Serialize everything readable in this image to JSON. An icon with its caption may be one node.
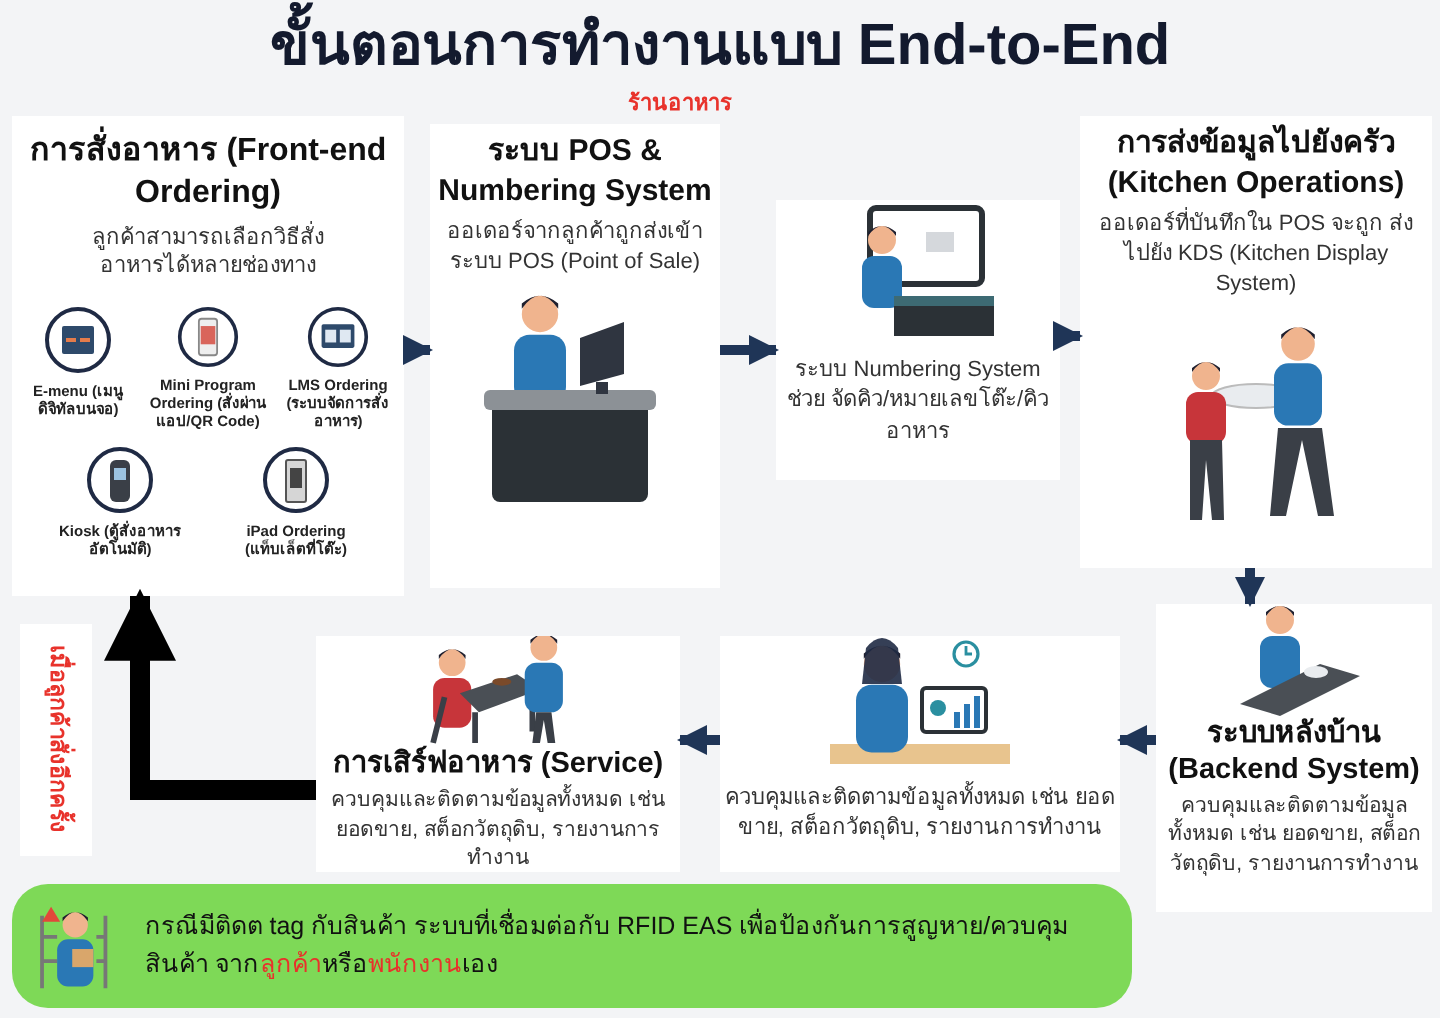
{
  "diagram": {
    "title": "ขั้นตอนการทำงานแบบ End-to-End",
    "nodes": [
      {
        "text": [
          "การสั่งอาหาร (Front-end Ordering)",
          "ลูกค้าสามารถเลือกวิธีสั่ง อาหารได้หลายช่องทาง"
        ]
      },
      {
        "text": [
          "E-menu (เมนูดิจิทัลบนจอ)"
        ],
        "in": 0
      },
      {
        "text": [
          "Mini Program Ordering (สั่งผ่านแอป/QR Code)"
        ],
        "in": 0
      },
      {
        "text": [
          "LMS Ordering (ระบบจัดการสั่งอาหาร)"
        ],
        "in": 0
      },
      {
        "text": [
          "Kiosk (ตู้สั่งอาหารอัตโนมัติ)"
        ],
        "in": 0
      },
      {
        "text": [
          "iPad Ordering (แท็บเล็ตที่โต๊ะ)"
        ],
        "in": 0
      },
      {
        "text": [
          "ระบบ POS & Numbering System",
          "ออเดอร์จากลูกค้าถูกส่งเข้า ระบบ POS (Point of Sale)"
        ]
      },
      {
        "text": [
          "ระบบ Numbering System ช่วย จัดคิว/หมายเลขโต๊ะ/คิวอาหาร"
        ]
      },
      {
        "text": [
          "การส่งข้อมูลไปยังครัว (Kitchen Operations)",
          "ออเดอร์ที่บันทึกใน POS จะถูก ส่งไปยัง KDS (Kitchen Display System)"
        ]
      },
      {
        "text": [
          "ระบบหลังบ้าน (Backend System)",
          "ควบคุมและติดตามข้อมูลทั้งหมด เช่น ยอดขาย, สต็อกวัตถุดิบ, รายงานการทำงาน"
        ]
      },
      {
        "text": [
          "ควบคุมและติดตามข้อมูลทั้งหมด เช่น ยอดขาย, สต็อกวัตถุดิบ, รายงานการทำงาน"
        ]
      },
      {
        "text": [
          "การเสิร์ฟอาหาร (Service)",
          "ควบคุมและติดตามข้อมูลทั้งหมด เช่น ยอดขาย, สต็อกวัตถุดิบ, รายงานการทำงาน"
        ]
      },
      {
        "text": [
          "กรณีมีติดต tag กับสินค้า ระบบที่เชื่อมต่อกับ RFID EAS เพื่อป้องกันการสูญหาย/ควบคุมสินค้า จาก**ลูกค้า**หรือ**พนักงาน**เอง"
        ]
      }
    ],
    "edges": [
      {
        "from": 0,
        "to": 6,
        "arrow": "to"
      },
      {
        "from": 6,
        "to": 7,
        "arrow": "to"
      },
      {
        "from": 7,
        "to": 8,
        "arrow": "to"
      },
      {
        "from": 8,
        "to": 9,
        "arrow": "to"
      },
      {
        "from": 9,
        "to": 10,
        "arrow": "to"
      },
      {
        "from": 10,
        "to": 11,
        "arrow": "to"
      },
      {
        "from": 11,
        "to": 0,
        "arrow": "to",
        "label": "เมื่อลูกค้าสั่งอีกครั้ง",
        "style": "thick",
        "color": "#000000"
      }
    ],
    "labels": [
      "ร้านอาหาร"
    ]
  }
}
